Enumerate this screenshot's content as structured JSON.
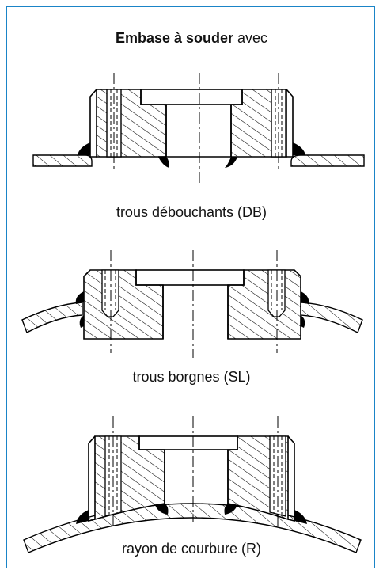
{
  "title": {
    "bold": "Embase à souder",
    "rest": " avec"
  },
  "captions": [
    "trous débouchants (DB)",
    "trous borgnes (SL)",
    "rayon de courbure (R)"
  ],
  "colors": {
    "frame": "#1a84c7",
    "ink": "#000000"
  }
}
